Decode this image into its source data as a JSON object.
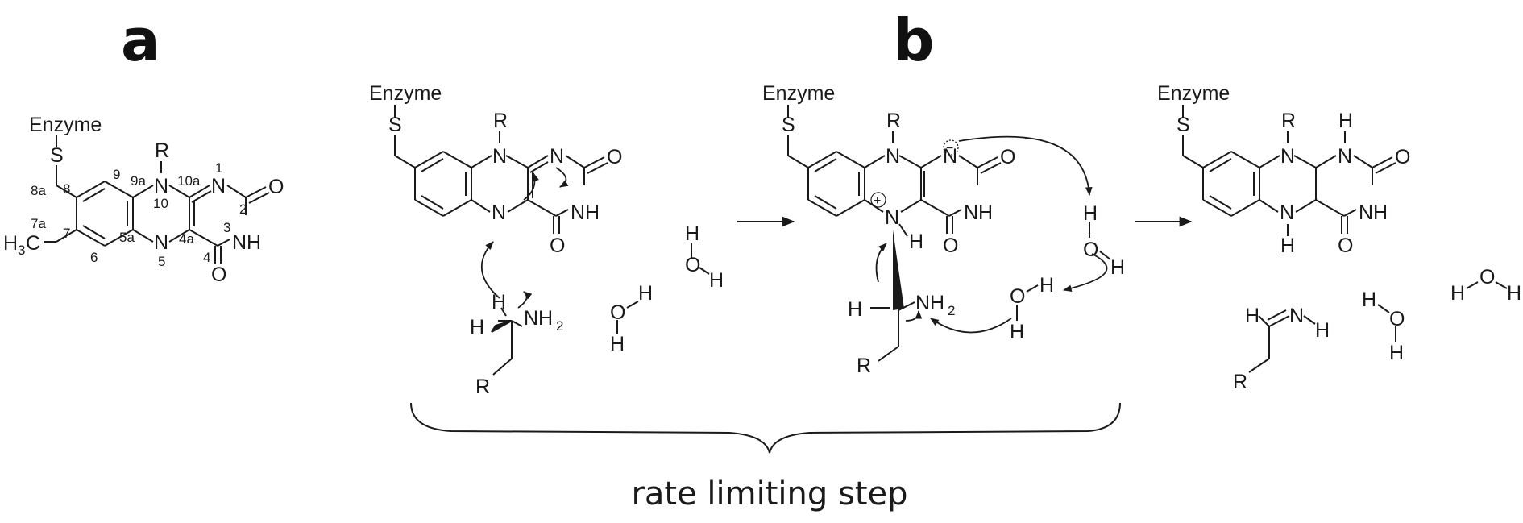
{
  "panels": {
    "a": "a",
    "b": "b"
  },
  "atoms": {
    "enzyme": "Enzyme",
    "s": "S",
    "r": "R",
    "n": "N",
    "o": "O",
    "h": "H",
    "nh": "NH",
    "nh2": "NH",
    "h3": "H",
    "c": "C",
    "sub2": "2",
    "sub3": "3",
    "plus": "+",
    "minus": "−"
  },
  "numbering": {
    "n1": "1",
    "n2": "2",
    "n3": "3",
    "n4": "4",
    "n4a": "4a",
    "n5": "5",
    "n5a": "5a",
    "n6": "6",
    "n7": "7",
    "n7a": "7a",
    "n8": "8",
    "n8a": "8a",
    "n9": "9",
    "n9a": "9a",
    "n10": "10",
    "n10a": "10a"
  },
  "caption": "rate limiting step"
}
